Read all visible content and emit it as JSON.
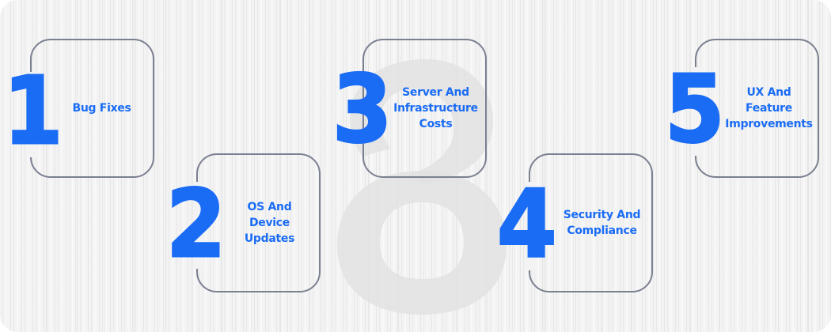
{
  "diagram": {
    "type": "numbered-steps",
    "watermark_glyph": "8",
    "colors": {
      "accent": "#1a6cf5",
      "border": "#7b8090",
      "background": "#f3f3f3",
      "watermark": "#e4e4e4"
    },
    "steps": [
      {
        "number": "1",
        "label": "Bug Fixes"
      },
      {
        "number": "2",
        "label": "OS And Device Updates"
      },
      {
        "number": "3",
        "label": "Server And Infrastructure Costs"
      },
      {
        "number": "4",
        "label": "Security And Compliance"
      },
      {
        "number": "5",
        "label": "UX And Feature Improvements"
      }
    ]
  }
}
